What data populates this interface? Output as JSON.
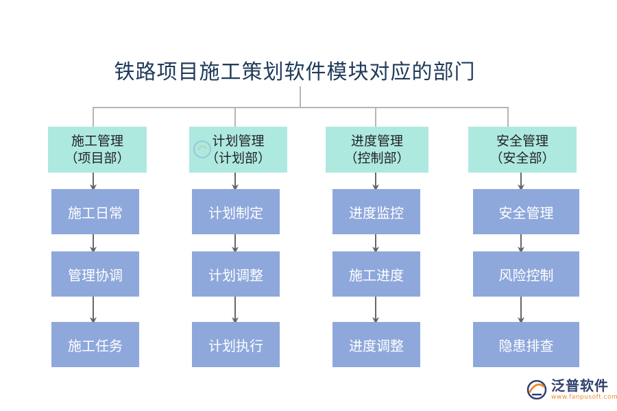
{
  "title": "铁路项目施工策划软件模块对应的部门",
  "colors": {
    "header_fill": "#aee9e0",
    "task_fill": "#8fa8db",
    "connector": "#b5b5b5",
    "arrow": "#666666",
    "title_text": "#1f3a5a"
  },
  "columns": [
    {
      "module": "施工管理",
      "department": "（项目部）",
      "tasks": [
        "施工日常",
        "管理协调",
        "施工任务"
      ]
    },
    {
      "module": "计划管理",
      "department": "（计划部）",
      "tasks": [
        "计划制定",
        "计划调整",
        "计划执行"
      ]
    },
    {
      "module": "进度管理",
      "department": "（控制部）",
      "tasks": [
        "进度监控",
        "施工进度",
        "进度调整"
      ]
    },
    {
      "module": "安全管理",
      "department": "（安全部）",
      "tasks": [
        "安全管理",
        "风险控制",
        "隐患排查"
      ]
    }
  ],
  "logo": {
    "name": "泛普软件",
    "url": "www.fanpusoft.com",
    "icon": "fanpu-logo-icon"
  },
  "watermark": {
    "icon": "fanpu-watermark-icon"
  }
}
